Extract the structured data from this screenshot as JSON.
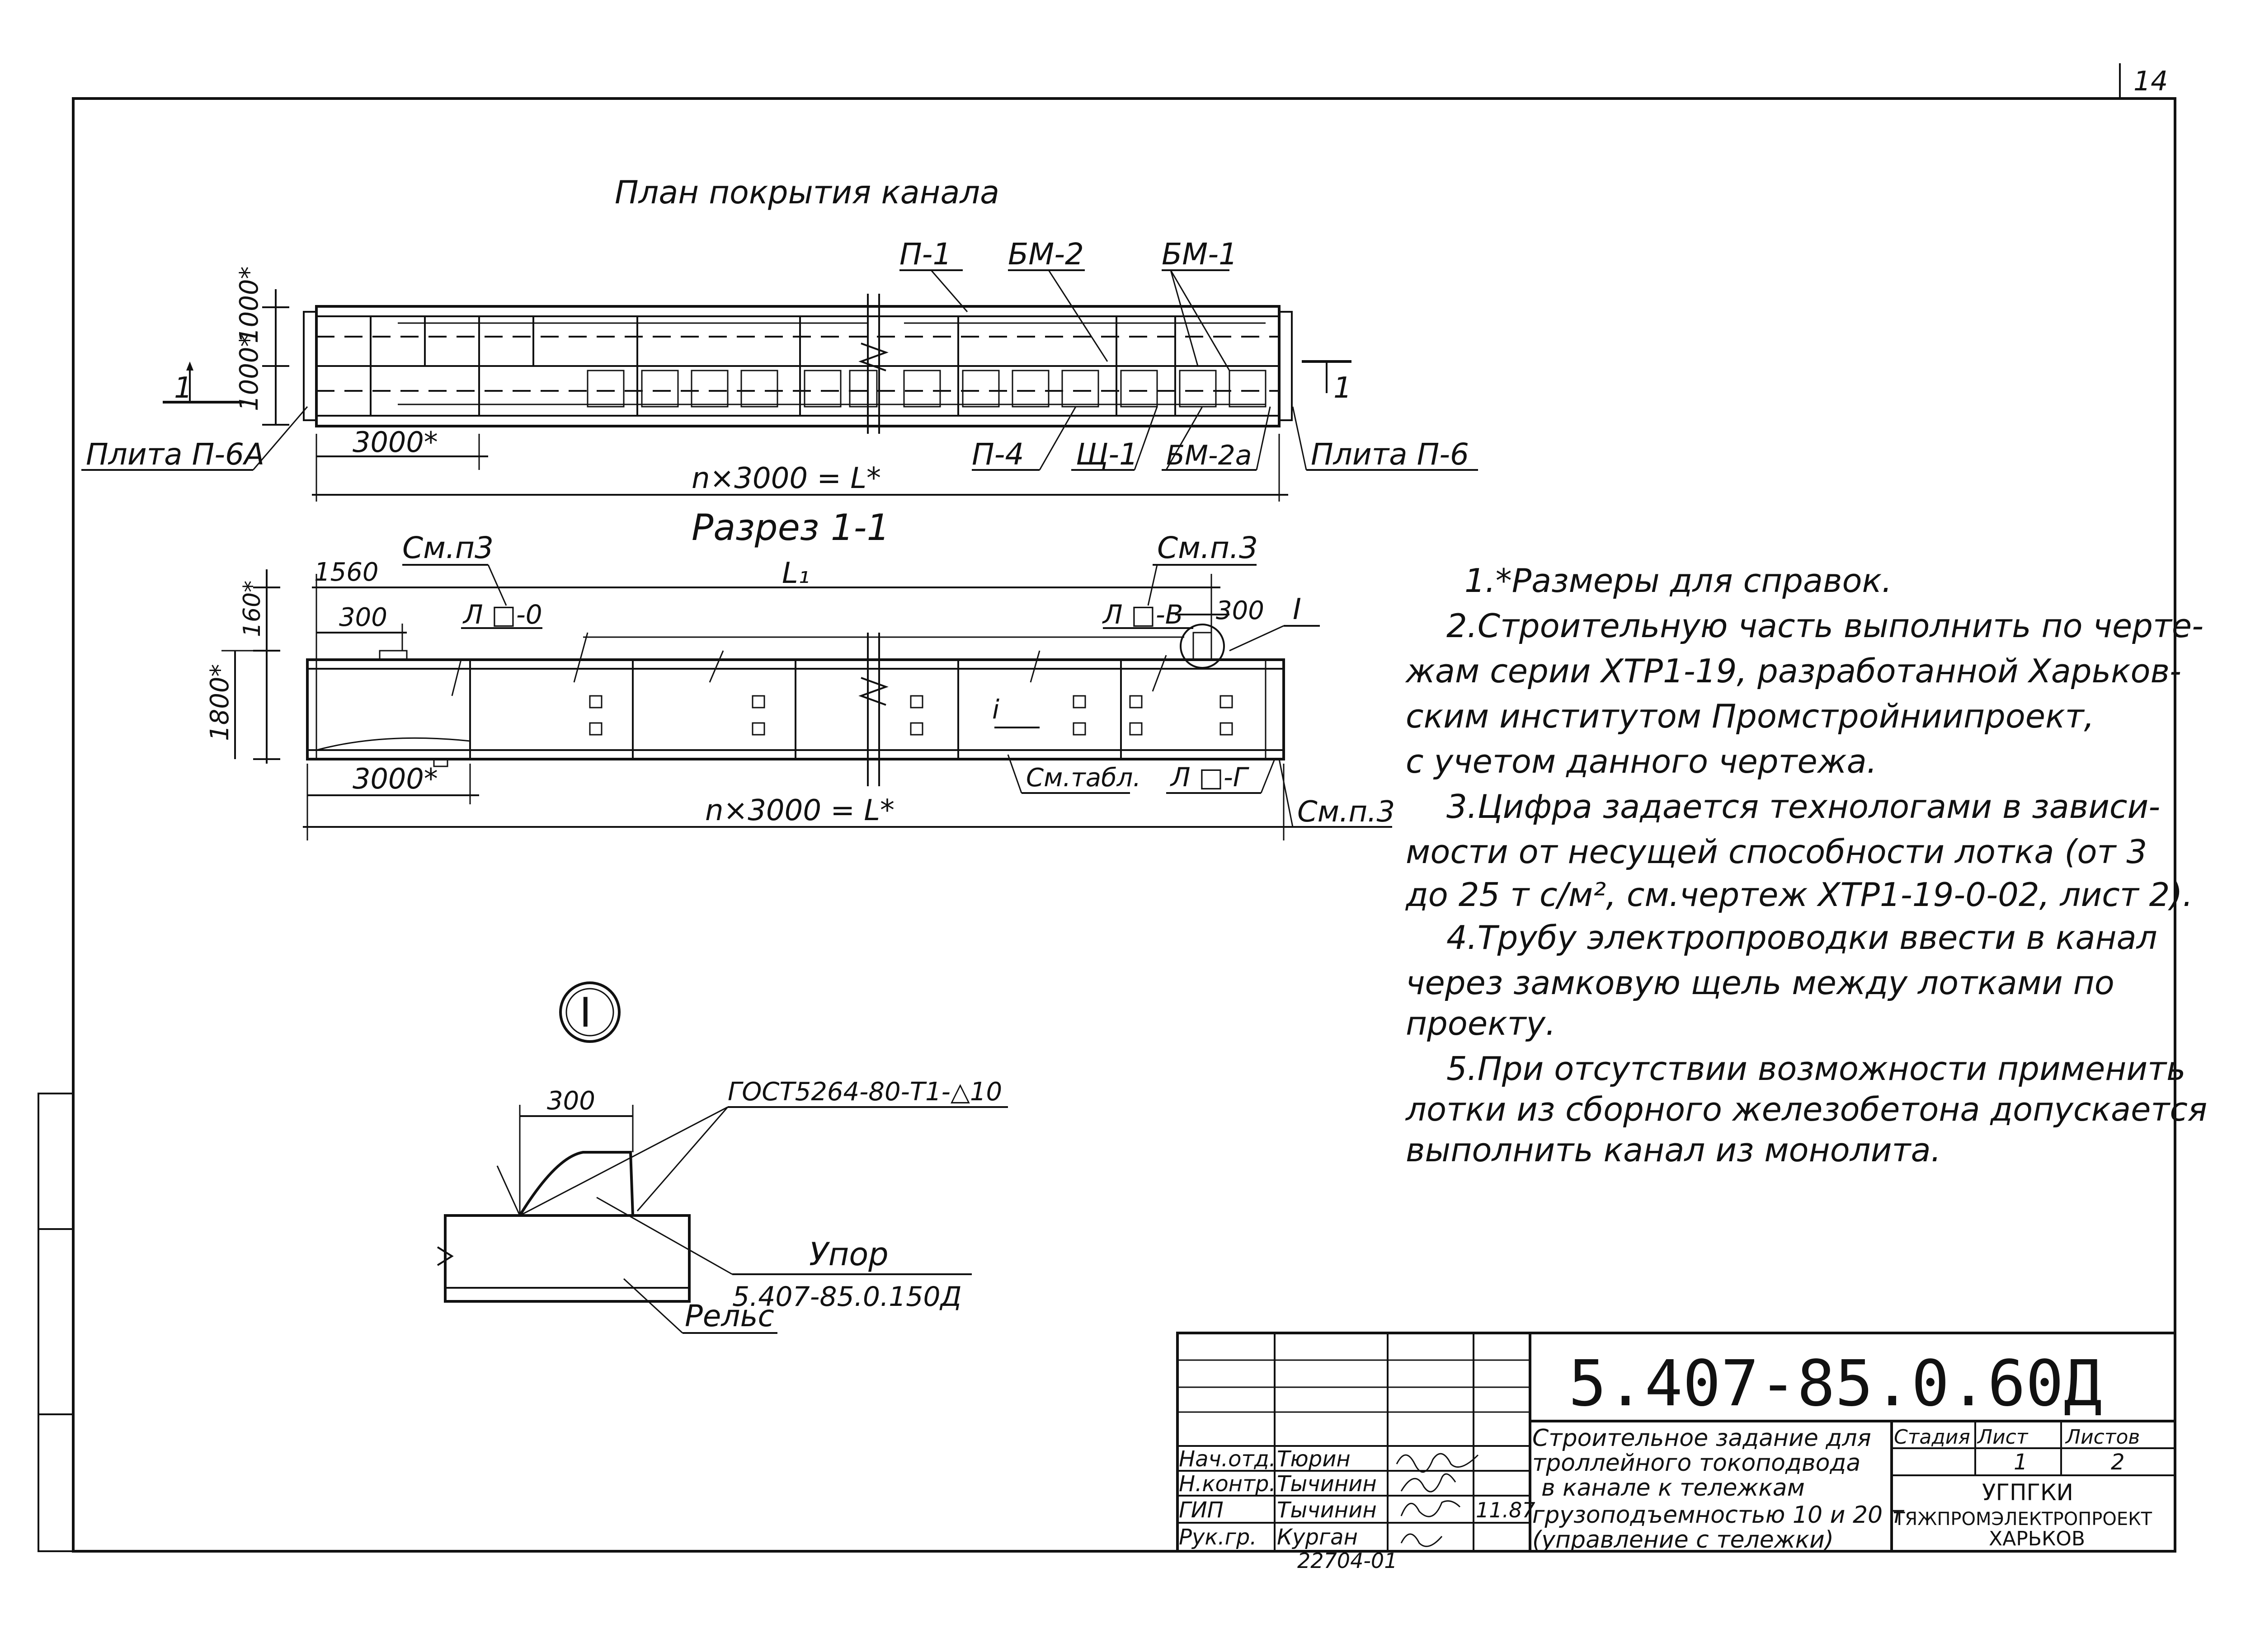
{
  "sheet": {
    "number": "14"
  },
  "plan": {
    "title": "План покрытия канала",
    "labels": {
      "p1": "П-1",
      "bm2": "БМ-2",
      "bm1": "БМ-1",
      "p4": "П-4",
      "shch1": "Щ-1",
      "bm2a": "БМ-2а",
      "plate_left": "Плита П-6А",
      "plate_right": "Плита П-6"
    },
    "dims": {
      "d1000a": "1000*",
      "d1000b": "1000*",
      "d3000": "3000*",
      "total": "n×3000 = L*"
    },
    "cut_marks": {
      "left": "1",
      "right": "1"
    }
  },
  "section": {
    "title": "Разрез 1-1",
    "labels": {
      "see_p3_left": "См.п3",
      "see_p3_right": "См.п.3",
      "see_p3_bottom": "См.п.3",
      "l_left": "Л □-0",
      "l_mid": "Л □-В",
      "l_bottom": "Л □-Г",
      "see_table": "См.табл.",
      "slope": "i",
      "detail_mark": "I"
    },
    "dims": {
      "d1560": "1560",
      "l1": "L₁",
      "d300a": "300",
      "d300b": "300",
      "d160": "160*",
      "d1800": "1800*",
      "d3000": "3000*",
      "total": "n×3000 = L*"
    }
  },
  "detail": {
    "mark": "I",
    "dim300": "300",
    "weld": "ГОСТ5264-80-Т1-△10",
    "stop_label": "Упор",
    "stop_code": "5.407-85.0.150Д",
    "rail_label": "Рельс"
  },
  "notes": [
    "1.*Размеры для справок.",
    "2.Строительную часть выполнить по черте-",
    "жам серии ХТР1-19, разработанной Харьков-",
    "ским институтом Промстройниипроект,",
    "с учетом данного чертежа.",
    "3.Цифра задается технологами в зависи-",
    "мости от несущей способности лотка (от 3",
    "до 25 т с/м², см.чертеж ХТР1-19-0-02, лист 2).",
    "4.Трубу электропроводки ввести в канал",
    "через замковую щель между лотками по",
    "проекту.",
    "5.При отсутствии возможности применить",
    "лотки из сборного железобетона допускается",
    "выполнить канал из монолита."
  ],
  "title_block": {
    "code": "5.407-85.0.60Д",
    "title_lines": [
      "Строительное задание для",
      "троллейного токоподвода",
      "в канале к тележкам",
      "грузоподъемностью 10 и 20 т",
      "(управление с тележки)"
    ],
    "headers": {
      "stage": "Стадия",
      "sheet": "Лист",
      "sheets": "Листов"
    },
    "values": {
      "stage": "",
      "sheet": "1",
      "sheets": "2"
    },
    "org": [
      "УГПГКИ",
      "ТЯЖПРОМЭЛЕКТРОПРОЕКТ",
      "ХАРЬКОВ"
    ],
    "staff": [
      {
        "role": "Нач.отд.",
        "name": "Тюрин"
      },
      {
        "role": "Н.контр.",
        "name": "Тычинин"
      },
      {
        "role": "ГИП",
        "name": "Тычинин"
      },
      {
        "role": "Рук.гр.",
        "name": "Курган"
      }
    ],
    "date": "11.87",
    "stamp": "22704-01"
  }
}
